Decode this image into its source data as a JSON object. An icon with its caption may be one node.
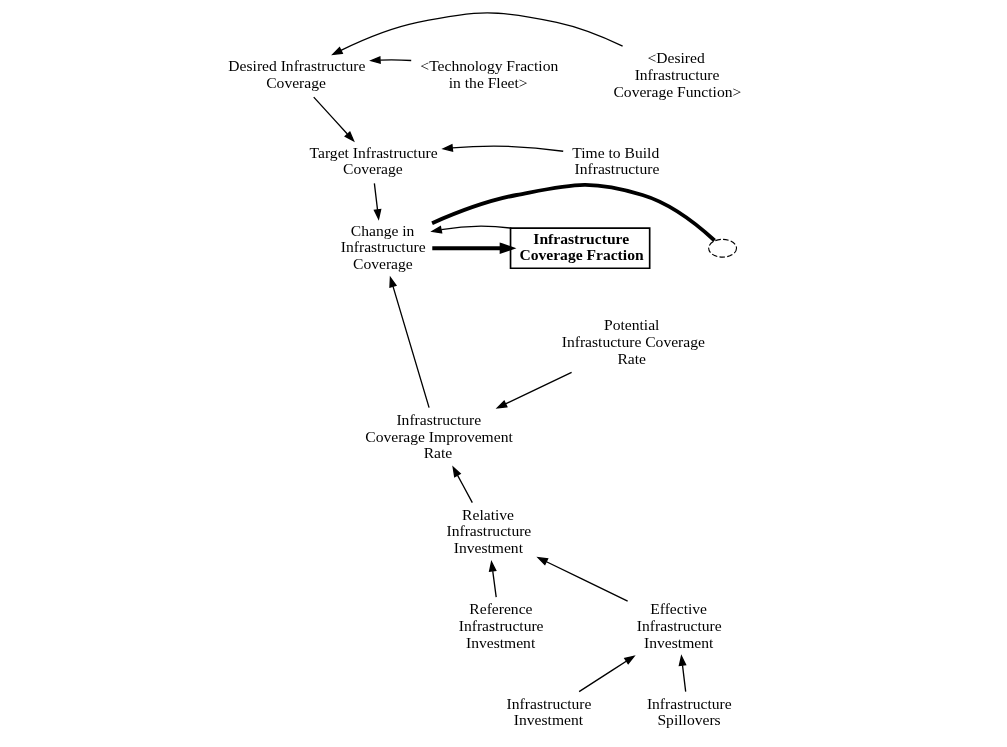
{
  "diagram": {
    "nodes": [
      {
        "text": [
          "Desired Infrastructure Coverage"
        ]
      },
      {
        "text": [
          "<Desired Infrastructure Coverage Function>"
        ]
      },
      {
        "text": [
          "<Technology Fraction in the Fleet>"
        ]
      },
      {
        "text": [
          "Target Infrastructure Coverage"
        ]
      },
      {
        "text": [
          "Time to Build Infrastructure"
        ]
      },
      {
        "text": [],
        "shape": "cloud"
      },
      {
        "text": [
          "Change in Infrastructure Coverage"
        ]
      },
      {
        "text": [
          "Infrastructure Coverage Fraction"
        ]
      },
      {
        "text": [
          "Potential Infrastucture Coverage Rate"
        ]
      },
      {
        "text": [
          "Infrastructure Coverage Improvement Rate"
        ]
      },
      {
        "text": [
          "Relative Infrastructure Investment"
        ]
      },
      {
        "text": [
          "Reference Infrastructure Investment"
        ]
      },
      {
        "text": [
          "Effective Infrastructure Investment"
        ]
      },
      {
        "text": [
          "Infrastructure Investment"
        ]
      },
      {
        "text": [
          "Infrastructure Spillovers"
        ]
      }
    ],
    "edges": [
      {
        "from": 1,
        "to": 0,
        "arrow": "to"
      },
      {
        "from": 2,
        "to": 0,
        "arrow": "to"
      },
      {
        "from": 0,
        "to": 3,
        "arrow": "to"
      },
      {
        "from": 4,
        "to": 3,
        "arrow": "to"
      },
      {
        "from": 3,
        "to": 6,
        "arrow": "to"
      },
      {
        "from": 5,
        "to": 6,
        "arrow": "none",
        "style": "thick"
      },
      {
        "from": 6,
        "to": 7,
        "arrow": "to",
        "style": "thick"
      },
      {
        "from": 7,
        "to": 6,
        "arrow": "to"
      },
      {
        "from": 8,
        "to": 9,
        "arrow": "to"
      },
      {
        "from": 9,
        "to": 6,
        "arrow": "to"
      },
      {
        "from": 10,
        "to": 9,
        "arrow": "to"
      },
      {
        "from": 11,
        "to": 10,
        "arrow": "to"
      },
      {
        "from": 12,
        "to": 10,
        "arrow": "to"
      },
      {
        "from": 13,
        "to": 12,
        "arrow": "to"
      },
      {
        "from": 14,
        "to": 12,
        "arrow": "to"
      }
    ]
  }
}
